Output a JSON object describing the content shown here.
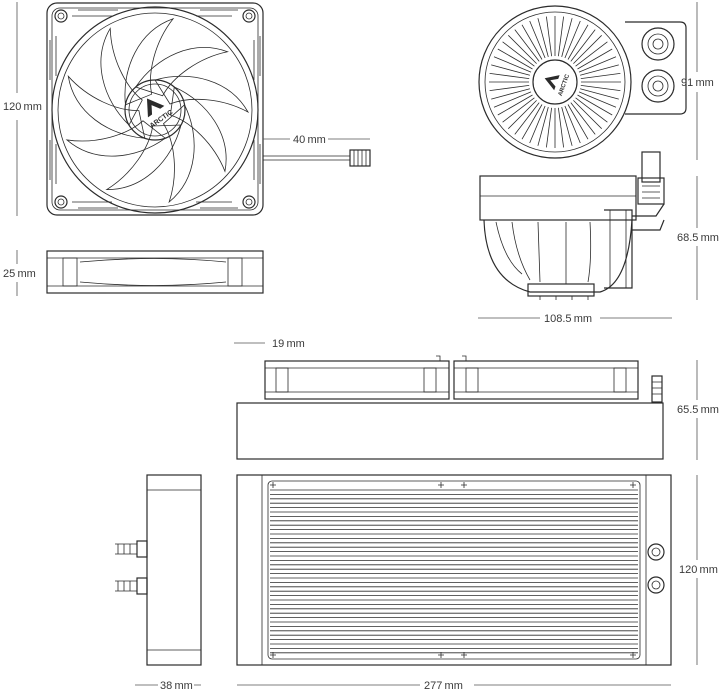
{
  "brand": "ARCTIC",
  "dimensions": {
    "fan_height": "120 mm",
    "fan_cable": "40 mm",
    "fan_thickness": "25 mm",
    "pump_height": "91 mm",
    "pump_depth": "68.5 mm",
    "pump_width": "108.5 mm",
    "fan_offset": "19 mm",
    "radiator_stack": "65.5 mm",
    "radiator_height": "120 mm",
    "radiator_thickness": "38 mm",
    "radiator_length": "277 mm"
  }
}
